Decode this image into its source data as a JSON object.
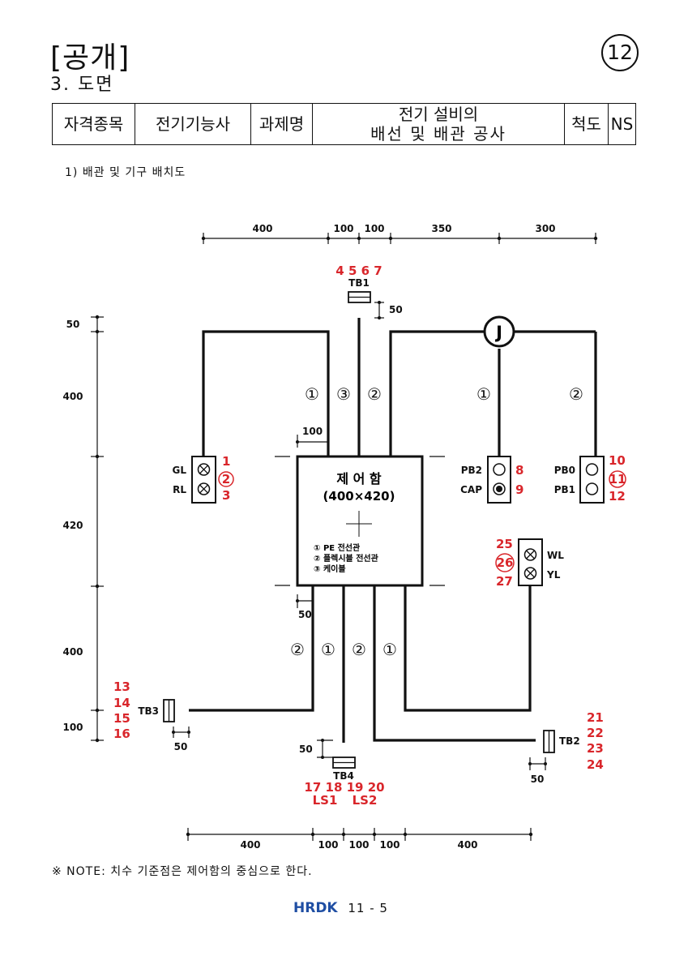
{
  "header": {
    "title": "[공개]",
    "subtitle": "3. 도면",
    "page_badge": "12"
  },
  "info_table": {
    "qualification_label": "자격종목",
    "qualification_value": "전기기능사",
    "task_label": "과제명",
    "task_line1": "전기 설비의",
    "task_line2": "배선 및 배관 공사",
    "scale_label": "척도",
    "scale_value": "NS"
  },
  "section_label": "1) 배관 및 기구 배치도",
  "note": "※ NOTE: 치수 기준점은 제어함의 중심으로 한다.",
  "footer": {
    "logo": "HRDK",
    "page": "11 - 5"
  },
  "diagram": {
    "top_dims": [
      "400",
      "100",
      "100",
      "350",
      "300"
    ],
    "bottom_dims": [
      "400",
      "100",
      "100",
      "100",
      "400"
    ],
    "left_dims": [
      "50",
      "400",
      "420",
      "400",
      "100"
    ],
    "small_dims": {
      "tb1_gap": "50",
      "box_offset_top": "100",
      "box_offset_bottom": "50",
      "tb3_gap": "50",
      "tb4_gap": "50",
      "tb2_gap": "50"
    },
    "control_box": {
      "title": "제 어 함",
      "size": "(400×420)",
      "legend": [
        "① PE 전선관",
        "② 플렉시블 전선관",
        "③ 케이블"
      ]
    },
    "junction": "J",
    "pipe_labels": {
      "one": "①",
      "two": "②",
      "three": "③"
    },
    "devices": {
      "tb1": {
        "name": "TB1",
        "terminals": "4 5 6 7"
      },
      "tb2": {
        "name": "TB2",
        "terminals": [
          "21",
          "22",
          "23",
          "24"
        ]
      },
      "tb3": {
        "name": "TB3",
        "terminals": [
          "13",
          "14",
          "15",
          "16"
        ]
      },
      "tb4": {
        "name": "TB4",
        "terminals": "17 18 19 20",
        "ls1": "LS1",
        "ls2": "LS2"
      },
      "gl_rl": {
        "labels": [
          "GL",
          "RL"
        ],
        "terminals": [
          "1",
          "2",
          "3"
        ]
      },
      "pb2_cap": {
        "labels": [
          "PB2",
          "CAP"
        ],
        "terminals": [
          "8",
          "9"
        ]
      },
      "pb0_pb1": {
        "labels": [
          "PB0",
          "PB1"
        ],
        "terminals": [
          "10",
          "11",
          "12"
        ]
      },
      "wl_yl": {
        "labels": [
          "WL",
          "YL"
        ],
        "terminals": [
          "25",
          "26",
          "27"
        ]
      }
    }
  }
}
